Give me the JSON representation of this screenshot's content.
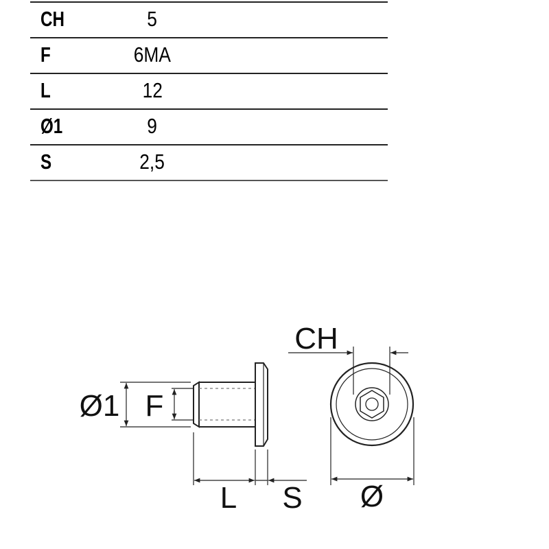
{
  "spec_table": {
    "rows": [
      {
        "label": "CH",
        "value": "5"
      },
      {
        "label": "F",
        "value": "6MA"
      },
      {
        "label": "L",
        "value": "12"
      },
      {
        "label": "Ø1",
        "value": "9"
      },
      {
        "label": "S",
        "value": "2,5"
      }
    ]
  },
  "drawing": {
    "labels": {
      "d1": "Ø1",
      "f": "F",
      "l": "L",
      "s": "S",
      "ch": "CH",
      "d": "Ø"
    }
  }
}
